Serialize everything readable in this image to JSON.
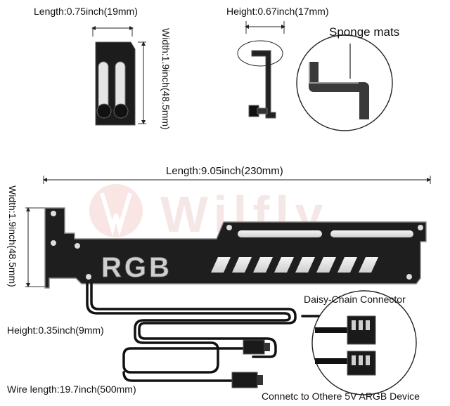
{
  "labels": {
    "top_length": "Length:0.75inch(19mm)",
    "top_width": "Width:1.9inch(48.5mm)",
    "top_height": "Height:0.67inch(17mm)",
    "sponge": "Sponge mats",
    "main_length": "Length:9.05inch(230mm)",
    "main_width": "Width:1.9inch(48.5mm)",
    "daisy": "Daisy-Chain Connector",
    "cable_height": "Height:0.35inch(9mm)",
    "wire_length": "Wire length:19.7inch(500mm)",
    "connect": "Connetc to Othere 5V ARGB Device"
  },
  "plate": {
    "logo_text": "RGB"
  },
  "watermark": {
    "text": "Wilfly"
  },
  "colors": {
    "plate": "#1e1e1e",
    "edge": "#8a8a8a",
    "light": "#e8e8e8",
    "watermark": "#f2c8c8"
  }
}
